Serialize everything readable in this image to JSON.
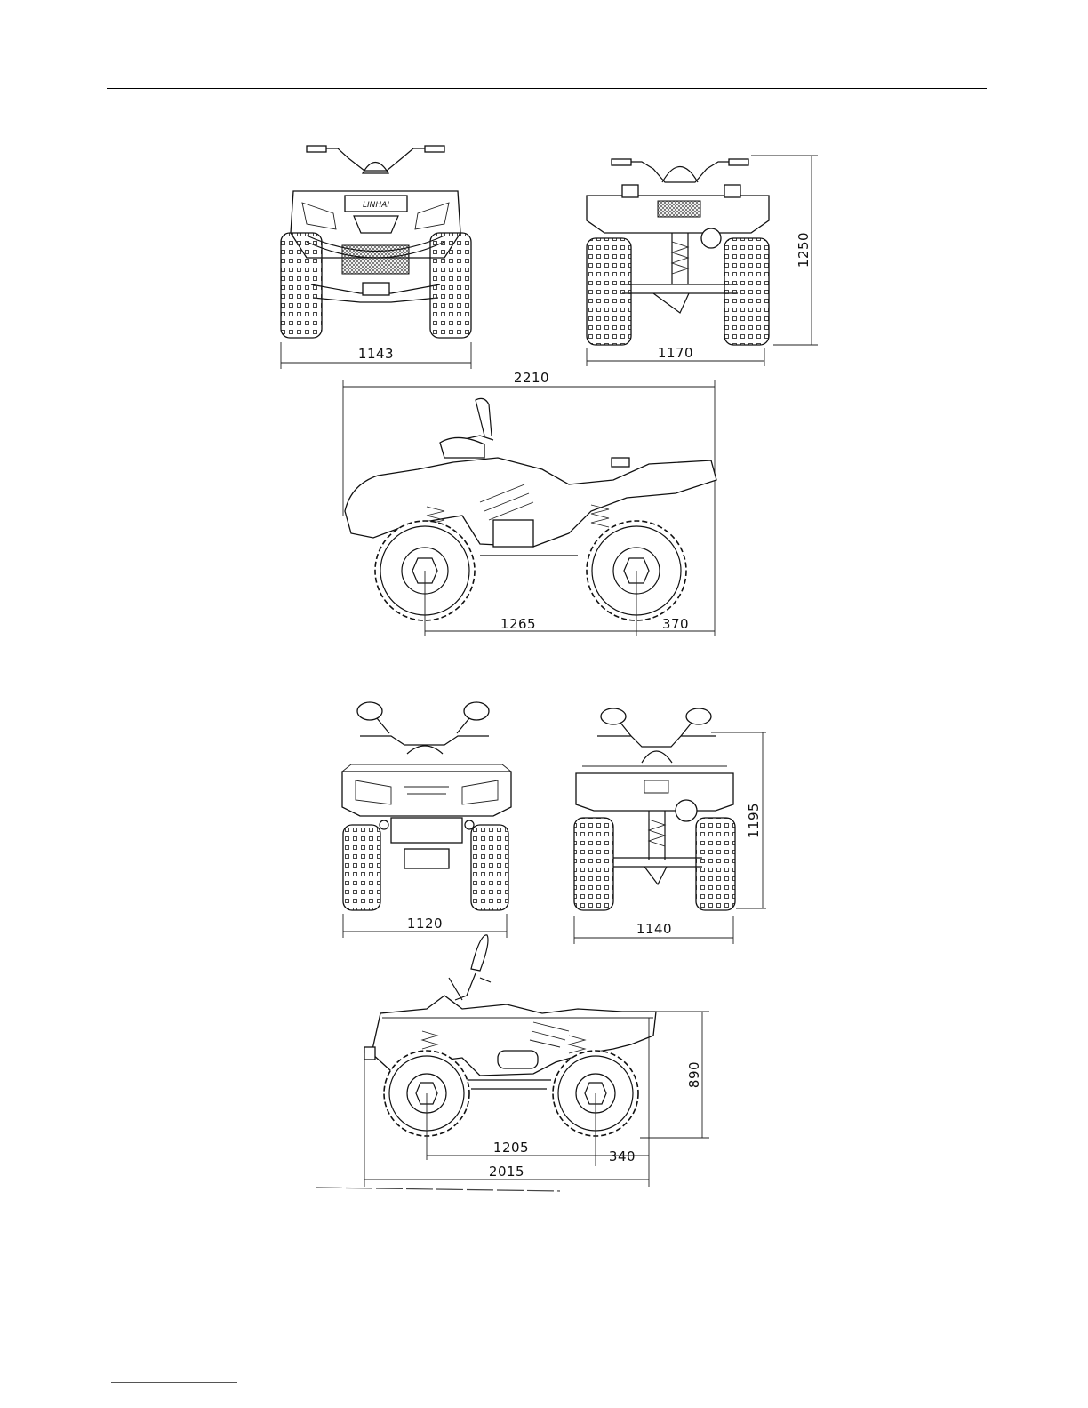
{
  "header": {
    "rule": true
  },
  "drawing_1": {
    "front_view": {
      "brand_plate": "LINHAI",
      "width_dim": "1143"
    },
    "rear_view": {
      "width_dim": "1170",
      "height_dim": "1250"
    },
    "side_view": {
      "length_dim": "2210",
      "wheelbase_dim": "1265",
      "rear_overhang_dim": "370"
    }
  },
  "drawing_2": {
    "front_view": {
      "width_dim": "1120"
    },
    "rear_view": {
      "width_dim": "1140",
      "height_dim": "1195"
    },
    "side_view": {
      "seat_height_dim": "890",
      "wheelbase_dim": "1205",
      "rear_overhang_dim": "340",
      "length_dim": "2015"
    }
  }
}
